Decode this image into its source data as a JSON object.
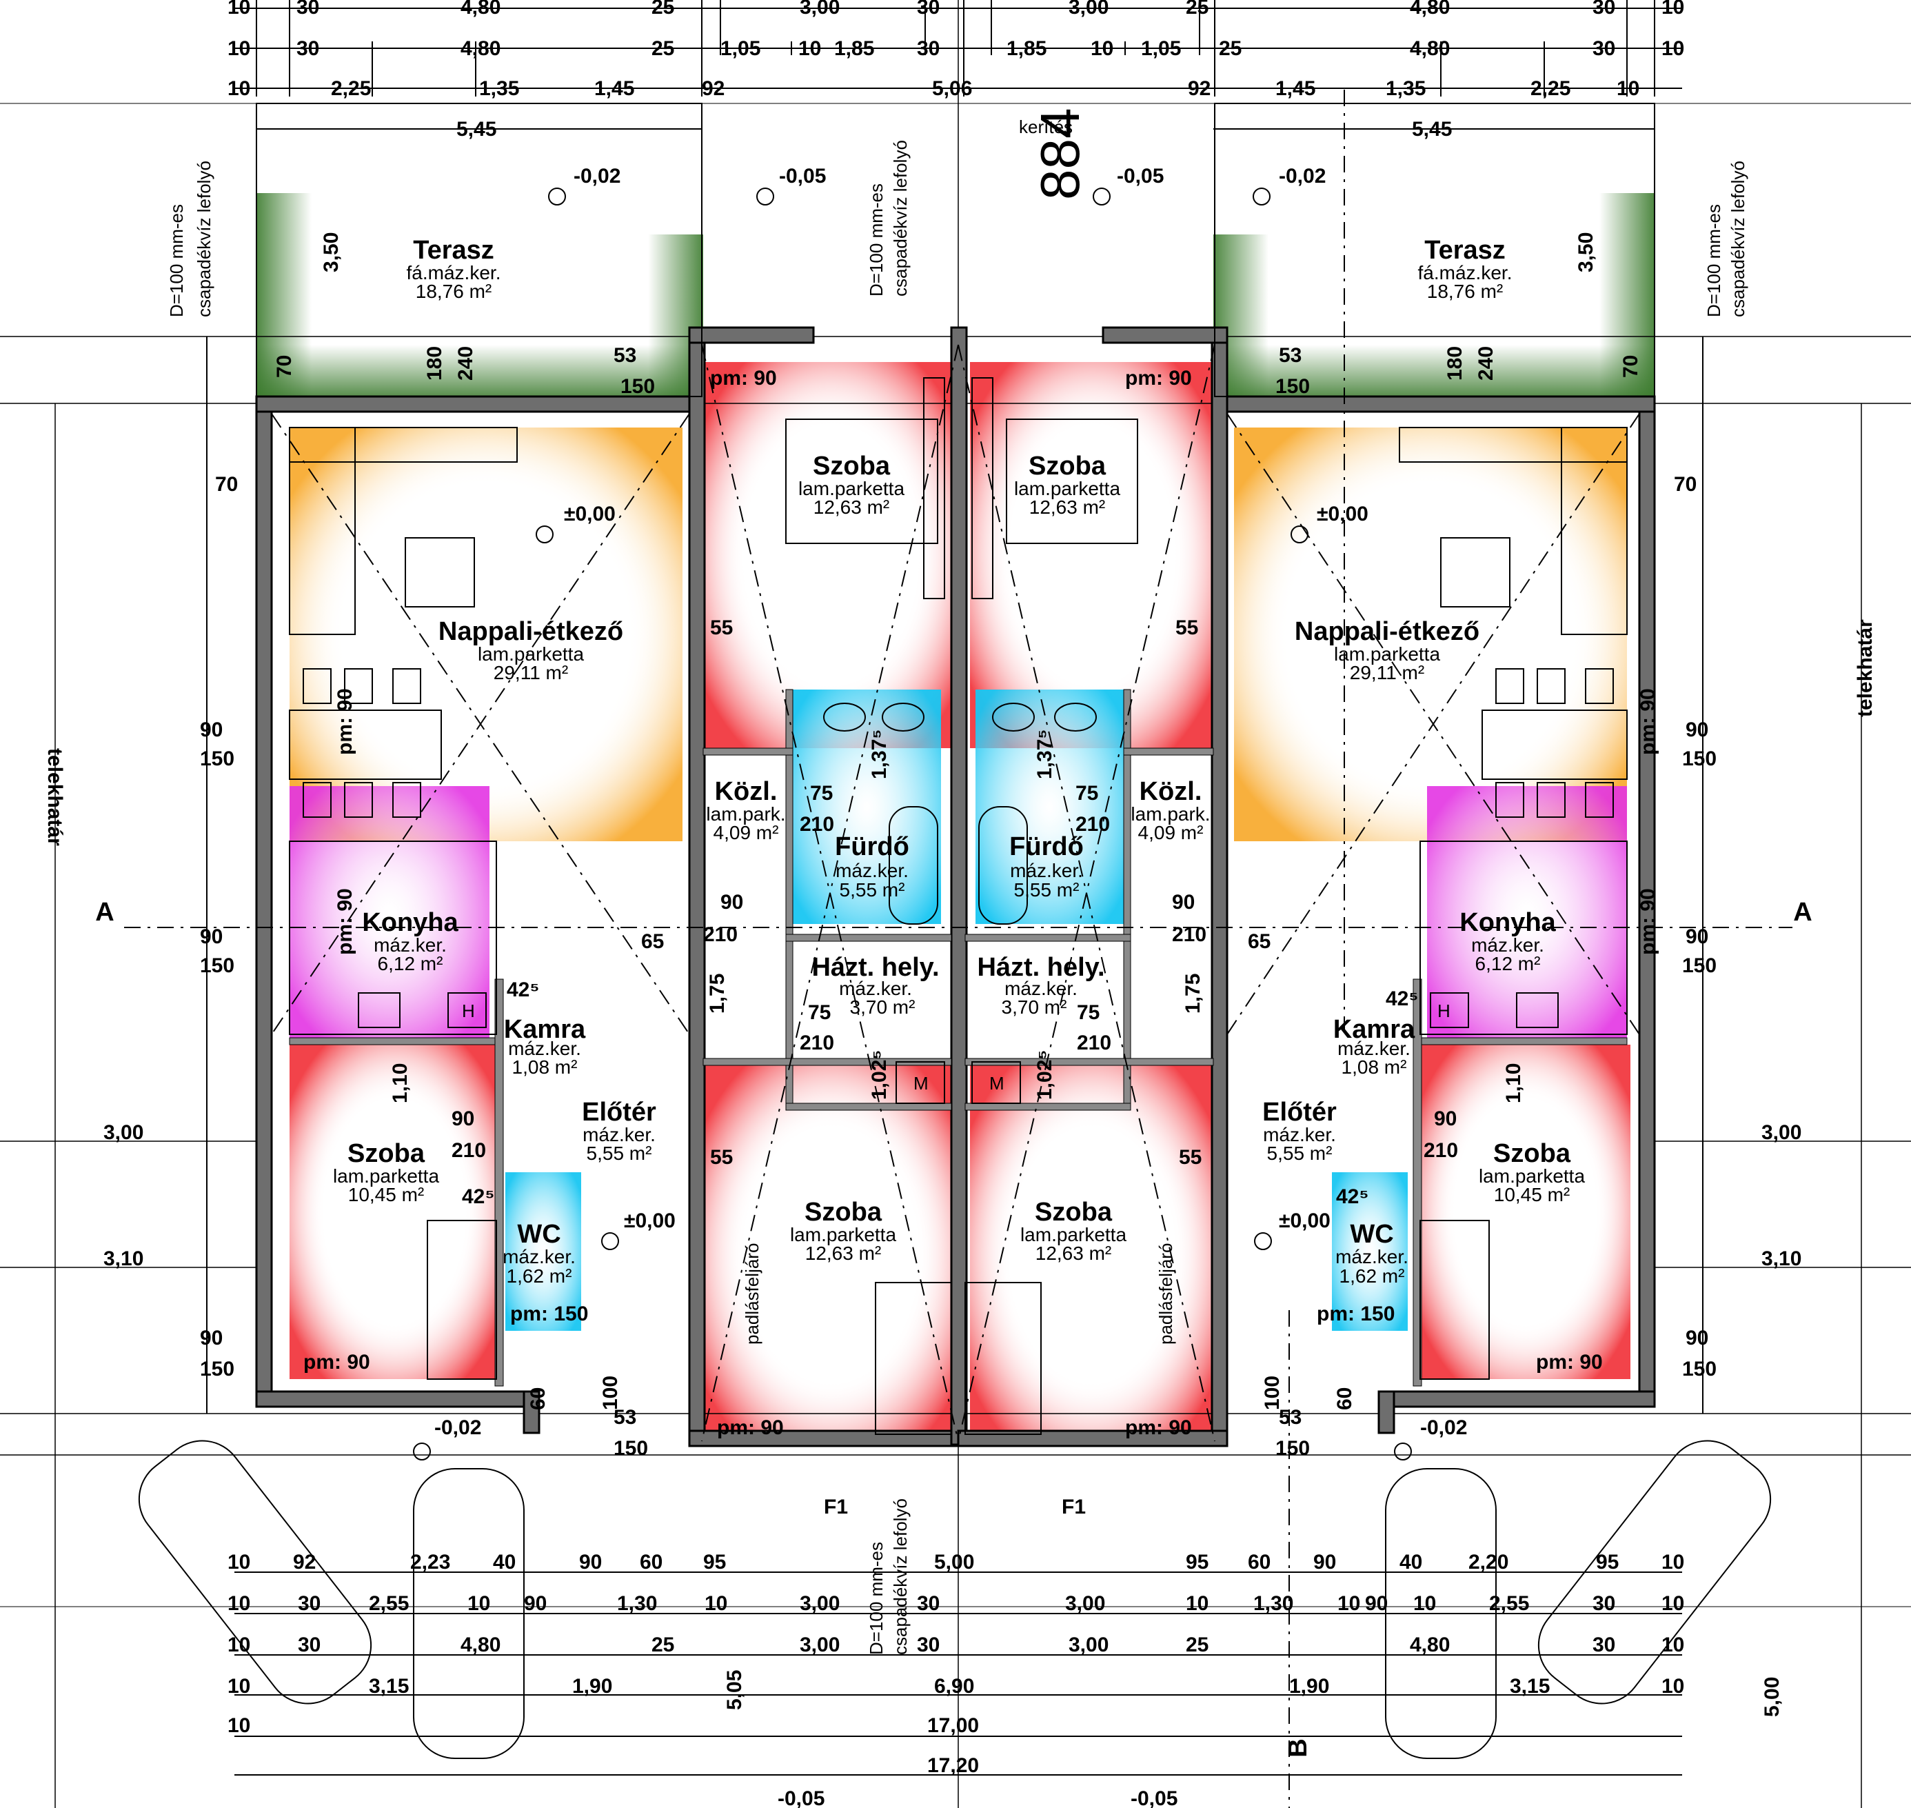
{
  "dim_rows": {
    "row1_left": [
      "10",
      "30",
      "4,80",
      "25",
      "3,00",
      "30"
    ],
    "row1_right": [
      "3,00",
      "25",
      "4,80",
      "30",
      "10"
    ],
    "row2_left": [
      "10",
      "30",
      "4,80",
      "25",
      "1,05",
      "10",
      "1,85",
      "30"
    ],
    "row2_right": [
      "1,85",
      "10",
      "1,05",
      "25",
      "4,80",
      "30",
      "10"
    ],
    "row3_left": [
      "10",
      "2,25",
      "1,35",
      "1,45",
      "92"
    ],
    "row3_mid": "5,06",
    "row3_right": [
      "92",
      "1,45",
      "1,35",
      "2,25",
      "10"
    ],
    "terrace_width": "5,45",
    "bottom_row1": [
      "10",
      "92",
      "2,23",
      "40",
      "90",
      "60",
      "95",
      "5,00",
      "95",
      "60",
      "90",
      "40",
      "2,20",
      "95",
      "10"
    ],
    "bottom_row2": [
      "10",
      "30",
      "2,55",
      "10",
      "90",
      "1,30",
      "10",
      "3,00",
      "30",
      "3,00",
      "10",
      "1,30",
      "10",
      "90",
      "10",
      "2,55",
      "30",
      "10"
    ],
    "bottom_row3": [
      "10",
      "30",
      "4,80",
      "25",
      "3,00",
      "30",
      "3,00",
      "25",
      "4,80",
      "30",
      "10"
    ],
    "bottom_row4": [
      "10",
      "3,15",
      "1,90",
      "6,90",
      "1,90",
      "3,15",
      "10"
    ],
    "bottom_row5_left": "10",
    "total_inner": "17,00",
    "total_outer": "17,20",
    "side_left": [
      "3,00",
      "3,10"
    ],
    "side_right": [
      "3,00",
      "3,10"
    ],
    "vert_right": "5,00",
    "vert_mid": "5,05"
  },
  "labels": {
    "fence": "kerítés",
    "plot_code": "884",
    "boundary": "telekhatár",
    "downpipe_1": "D=100 mm-es",
    "downpipe_2": "csapadékvíz lefolyó",
    "attic": "padlásfeljáró",
    "section_a": "A",
    "section_b": "B",
    "f1": "F1",
    "meter": "M",
    "heater": "H"
  },
  "levels": {
    "terrace": "-0,02",
    "front": "-0,05",
    "floor": "±0,00",
    "bottom": "-0,02",
    "bottom_mid": "-0,05"
  },
  "rooms": {
    "terasz_l": {
      "name": "Terasz",
      "finish": "fá.máz.ker.",
      "area": "18,76 m²"
    },
    "terasz_r": {
      "name": "Terasz",
      "finish": "fá.máz.ker.",
      "area": "18,76 m²"
    },
    "nappali_l": {
      "name": "Nappali-étkező",
      "finish": "lam.parketta",
      "area": "29,11 m²"
    },
    "nappali_r": {
      "name": "Nappali-étkező",
      "finish": "lam.parketta",
      "area": "29,11 m²"
    },
    "szoba_tl": {
      "name": "Szoba",
      "finish": "lam.parketta",
      "area": "12,63 m²"
    },
    "szoba_tr": {
      "name": "Szoba",
      "finish": "lam.parketta",
      "area": "12,63 m²"
    },
    "kozl_l": {
      "name": "Közl.",
      "finish": "lam.park.",
      "area": "4,09 m²"
    },
    "kozl_r": {
      "name": "Közl.",
      "finish": "lam.park.",
      "area": "4,09 m²"
    },
    "furdo_l": {
      "name": "Fürdő",
      "finish": "máz.ker.",
      "area": "5,55 m²"
    },
    "furdo_r": {
      "name": "Fürdő",
      "finish": "máz.ker.",
      "area": "5,55 m²"
    },
    "konyha_l": {
      "name": "Konyha",
      "finish": "máz.ker.",
      "area": "6,12 m²"
    },
    "konyha_r": {
      "name": "Konyha",
      "finish": "máz.ker.",
      "area": "6,12 m²"
    },
    "hazt_l": {
      "name": "Házt. hely.",
      "finish": "máz.ker.",
      "area": "3,70 m²"
    },
    "hazt_r": {
      "name": "Házt. hely.",
      "finish": "máz.ker.",
      "area": "3,70 m²"
    },
    "kamra_l": {
      "name": "Kamra",
      "finish": "máz.ker.",
      "area": "1,08 m²"
    },
    "kamra_r": {
      "name": "Kamra",
      "finish": "máz.ker.",
      "area": "1,08 m²"
    },
    "eloter_l": {
      "name": "Előtér",
      "finish": "máz.ker.",
      "area": "5,55 m²"
    },
    "eloter_r": {
      "name": "Előtér",
      "finish": "máz.ker.",
      "area": "5,55 m²"
    },
    "szoba_bl": {
      "name": "Szoba",
      "finish": "lam.parketta",
      "area": "10,45 m²"
    },
    "szoba_br": {
      "name": "Szoba",
      "finish": "lam.parketta",
      "area": "10,45 m²"
    },
    "wc_l": {
      "name": "WC",
      "finish": "máz.ker.",
      "area": "1,62 m²"
    },
    "wc_r": {
      "name": "WC",
      "finish": "máz.ker.",
      "area": "1,62 m²"
    },
    "szoba_cl": {
      "name": "Szoba",
      "finish": "lam.parketta",
      "area": "12,63 m²"
    },
    "szoba_cr": {
      "name": "Szoba",
      "finish": "lam.parketta",
      "area": "12,63 m²"
    }
  },
  "openings": {
    "pm90": "pm: 90",
    "pm150": "pm: 150",
    "d90": "90",
    "d150": "150",
    "d210": "210",
    "d240": "240",
    "d180": "180",
    "d70": "70",
    "d53": "53",
    "d55": "55",
    "d75": "75",
    "d65": "65",
    "d100": "100",
    "d60": "60",
    "d42": "42⁵",
    "d350": "3,50",
    "d110": "1,10",
    "d137": "1,37⁵",
    "d175": "1,75",
    "d102": "1,02⁵"
  },
  "colors": {
    "living": "#f7a21b",
    "bedroom": "#f0222a",
    "bath": "#19c6f2",
    "kitchen": "#e334e3",
    "terrace_green": "#3a7a2c",
    "wall": "#6e6e6e"
  }
}
